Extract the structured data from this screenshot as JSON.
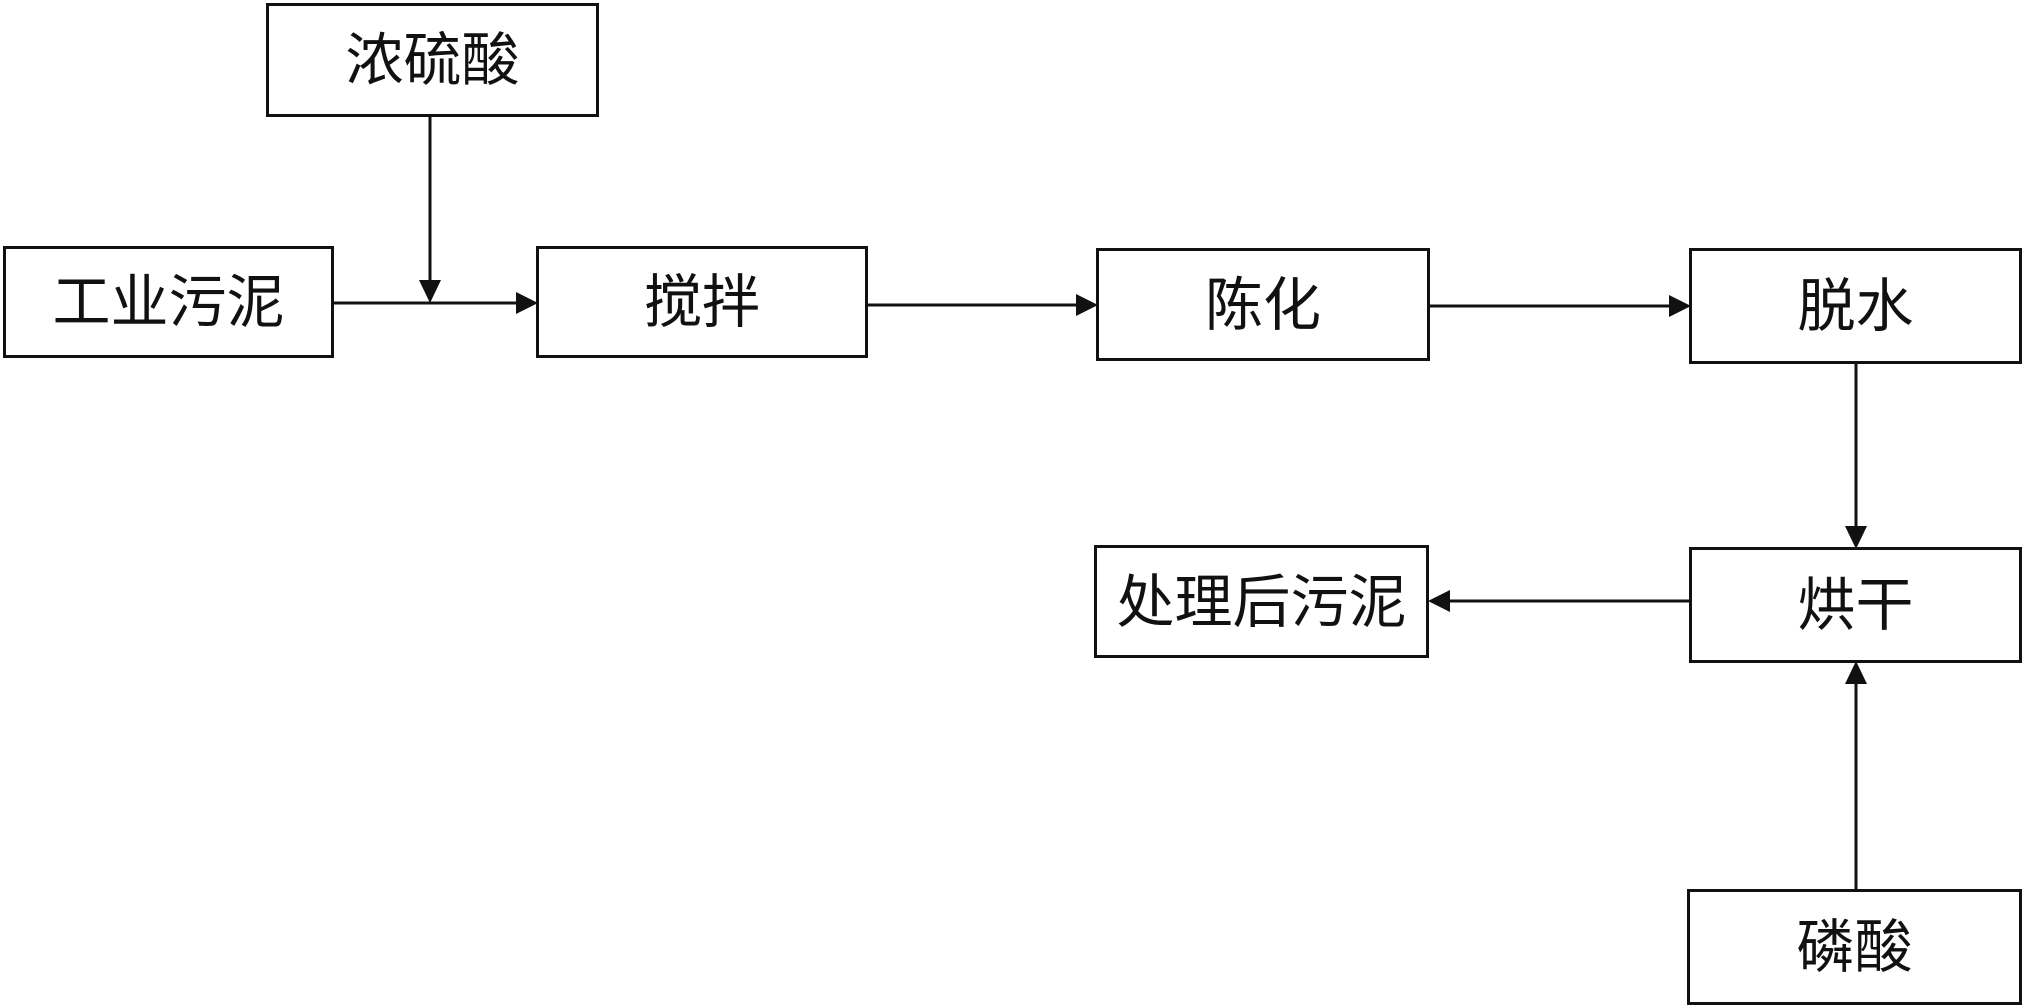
{
  "nodes": {
    "concentrated_sulfuric_acid": "浓硫酸",
    "industrial_sludge": "工业污泥",
    "stirring": "搅拌",
    "aging": "陈化",
    "dewatering": "脱水",
    "drying": "烘干",
    "treated_sludge": "处理后污泥",
    "phosphoric_acid": "磷酸"
  }
}
